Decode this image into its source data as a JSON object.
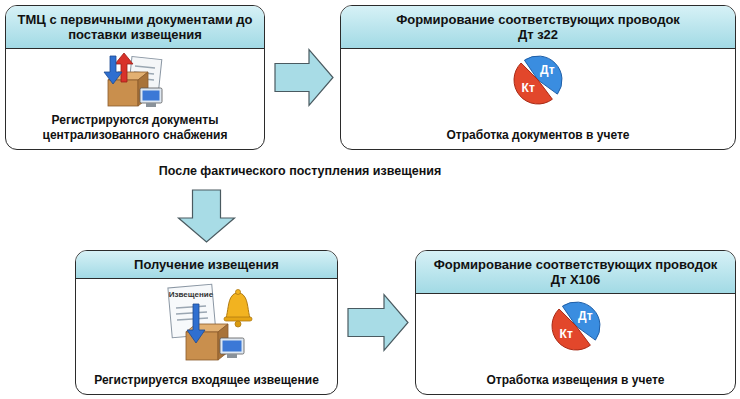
{
  "diagram": {
    "nodes": [
      {
        "text": [
          "ТМЦ с первичными документами до поставки извещения",
          "Регистрируются документы централизованного снабжения"
        ]
      },
      {
        "text": [
          "Формирование соответствующих проводок Дт з22",
          "Отработка документов в учете"
        ]
      },
      {
        "text": [
          "Получение извещения",
          "Регистрируется входящее извещение"
        ]
      },
      {
        "text": [
          "Формирование соответствующих проводок Дт Х106",
          "Отработка извещения в учете"
        ]
      }
    ],
    "edges": [
      {
        "from": 0,
        "to": 1,
        "arrow": "to"
      },
      {
        "from": 0,
        "to": 2,
        "arrow": "to",
        "label": "После фактического поступления извещения"
      },
      {
        "from": 2,
        "to": 3,
        "arrow": "to"
      }
    ],
    "labels": [
      "Дт",
      "Кт",
      "Извещение",
      "Дт",
      "Кт"
    ]
  }
}
